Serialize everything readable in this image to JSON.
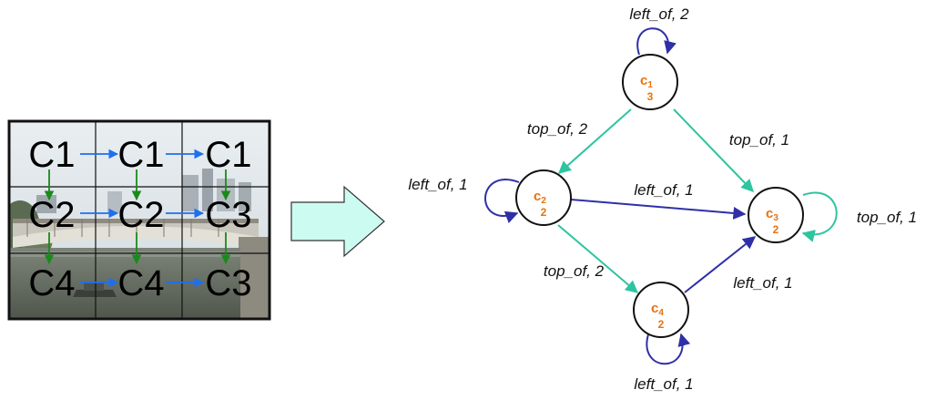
{
  "grid": {
    "rows": [
      [
        "C1",
        "C1",
        "C1"
      ],
      [
        "C2",
        "C2",
        "C3"
      ],
      [
        "C4",
        "C4",
        "C3"
      ]
    ]
  },
  "graph": {
    "nodes": [
      {
        "id": "c1",
        "name": "c",
        "sub": "1",
        "count": "3"
      },
      {
        "id": "c2",
        "name": "c",
        "sub": "2",
        "count": "2"
      },
      {
        "id": "c3",
        "name": "c",
        "sub": "3",
        "count": "2"
      },
      {
        "id": "c4",
        "name": "c",
        "sub": "4",
        "count": "2"
      }
    ],
    "edge_labels": {
      "c1_self": "left_of, 2",
      "c1_c2": "top_of, 2",
      "c1_c3": "top_of, 1",
      "c2_self": "left_of, 1",
      "c2_c3": "left_of, 1",
      "c3_self": "top_of, 1",
      "c2_c4": "top_of, 2",
      "c4_c3": "left_of, 1",
      "c4_self": "left_of, 1"
    }
  },
  "colors": {
    "left_of": "#2f2fa8",
    "top_of": "#2ec4a0",
    "grid_right_arrow": "#1e6ff0",
    "grid_down_arrow": "#1a8a1a",
    "node_text": "#e8720c",
    "big_arrow_fill": "#ccfbf1"
  },
  "photo_description_icon": "river-bridge-photo"
}
